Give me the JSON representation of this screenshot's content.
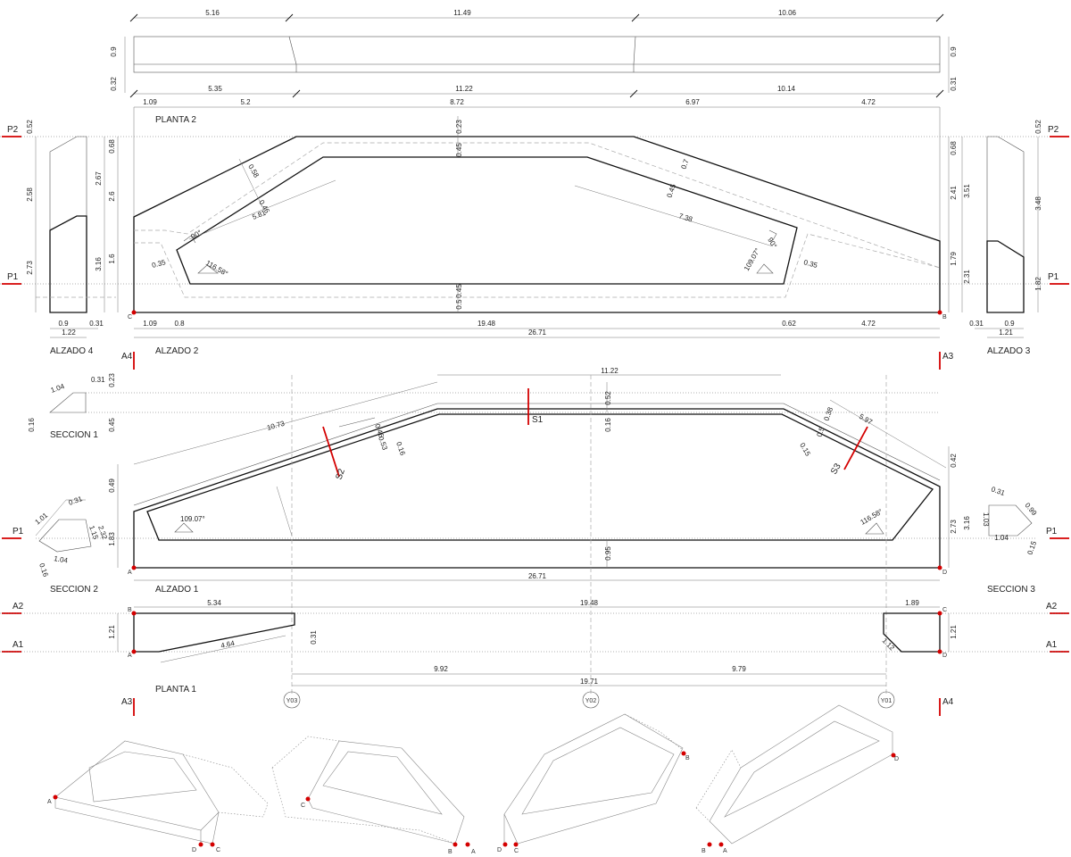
{
  "views": {
    "planta_2": "PLANTA 2",
    "alzado_2": "ALZADO 2",
    "alzado_1": "ALZADO 1",
    "planta_1": "PLANTA 1",
    "alzado_3": "ALZADO 3",
    "alzado_4": "ALZADO 4",
    "seccion_1": "SECCION 1",
    "seccion_2": "SECCION 2",
    "seccion_3": "SECCION 3"
  },
  "levels": {
    "p1": "P1",
    "p2": "P2",
    "a1": "A1",
    "a2": "A2"
  },
  "view_markers": {
    "a3": "A3",
    "a4": "A4"
  },
  "section_marks": {
    "s1": "S1",
    "s2": "S2",
    "s3": "S3"
  },
  "axes": {
    "y01": "Y01",
    "y02": "Y02",
    "y03": "Y03"
  },
  "points": {
    "a": "A",
    "b": "B",
    "c": "C",
    "d": "D"
  },
  "top_strip": {
    "widths": [
      "5.16",
      "11.49",
      "10.06"
    ],
    "left_heights": [
      "0.9",
      "0.32"
    ],
    "right_heights": [
      "0.9",
      "0.31"
    ]
  },
  "planta2": {
    "top_row1": [
      "5.35",
      "11.22",
      "10.14"
    ],
    "top_row2": [
      "1.09",
      "5.2",
      "8.72",
      "6.97",
      "4.72"
    ],
    "bottom_row1": [
      "1.09",
      "0.8",
      "19.48",
      "0.62",
      "4.72"
    ],
    "total": "26.71",
    "left_heights": [
      "0.68",
      "2.6",
      "1.6"
    ],
    "left_outer": [
      "2.67",
      "3.16"
    ],
    "right_heights": [
      "0.68",
      "2.41",
      "1.79"
    ],
    "right_outer": [
      "3.51",
      "2.31"
    ],
    "inner": [
      "0.23",
      "0.45",
      "0.58",
      "0.46",
      "5.81",
      "0.7",
      "0.45",
      "7.38",
      "0.35",
      "0.35",
      "0.45",
      "0.5"
    ],
    "angles": [
      "90°",
      "90°",
      "116.58°",
      "109.07°"
    ]
  },
  "alzado4": {
    "heights": [
      "0.52",
      "2.58",
      "2.73"
    ],
    "widths": [
      "0.9",
      "0.31"
    ],
    "total": "1.22"
  },
  "alzado3": {
    "heights": [
      "0.52",
      "3.48",
      "1.82"
    ],
    "widths": [
      "0.31",
      "0.9"
    ],
    "total": "1.21"
  },
  "seccion1": {
    "dims": [
      "1.04",
      "0.31",
      "0.23",
      "0.16",
      "0.45"
    ]
  },
  "alzado1": {
    "top": "11.22",
    "slope_left": "10.73",
    "slope_right": "5.97",
    "total": "26.71",
    "left_heights": [
      "0.49",
      "1.83"
    ],
    "right_heights": [
      "0.42",
      "3.16",
      "2.73"
    ],
    "inner": [
      "0.52",
      "0.16",
      "0.46",
      "0.53",
      "0.16",
      "0.38",
      "0.5",
      "0.15",
      "0.95"
    ],
    "angles": [
      "109.07°",
      "116.58°"
    ]
  },
  "seccion2": {
    "dims": [
      "1.01",
      "0.31",
      "1.15",
      "2.32",
      "1.04",
      "0.16"
    ]
  },
  "seccion3": {
    "dims": [
      "0.31",
      "0.99",
      "1.03",
      "1.04",
      "0.15"
    ]
  },
  "planta1": {
    "top": [
      "5.34",
      "19.48",
      "1.89"
    ],
    "heights": [
      "1.21",
      "1.21"
    ],
    "inner": [
      "4.64",
      "0.31",
      "1.12"
    ],
    "axes_dims": [
      "9.92",
      "9.79"
    ],
    "axes_total": "19.71"
  },
  "colors": {
    "line": "#111111",
    "dashed": "#aaaaaa",
    "marker": "#d40000"
  }
}
